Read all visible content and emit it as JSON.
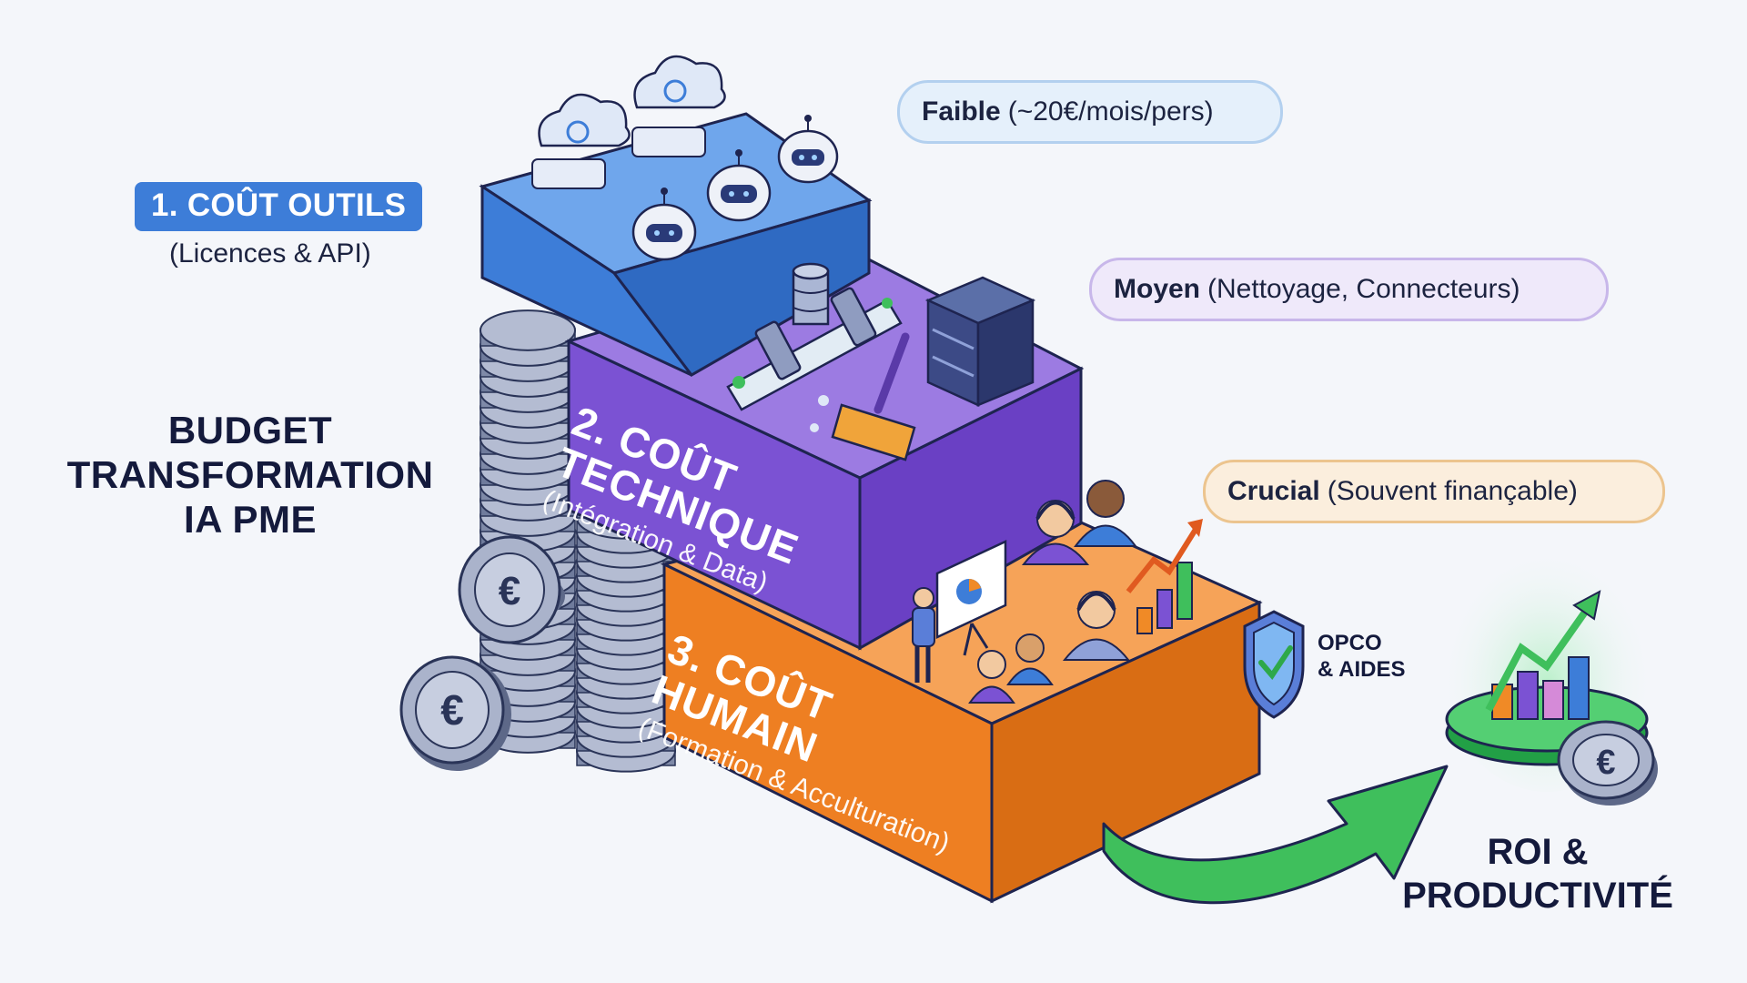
{
  "title": {
    "lines": [
      "BUDGET",
      "TRANSFORMATION",
      "IA PME"
    ]
  },
  "steps": [
    {
      "label": "1. COÛT OUTILS",
      "detail": "(Licences & API)",
      "level_strong": "Faible",
      "level_detail": "(~20€/mois/pers)",
      "color": "#3d7dd8",
      "bubble_color": "#e5f0fb"
    },
    {
      "label_lines": [
        "2. COÛT",
        "TECHNIQUE"
      ],
      "detail": "(Intégration & Data)",
      "level_strong": "Moyen",
      "level_detail": "(Nettoyage, Connecteurs)",
      "color": "#7a50d0",
      "bubble_color": "#efe9fa"
    },
    {
      "label_lines": [
        "3. COÛT",
        "HUMAIN"
      ],
      "detail": "(Formation & Acculturation)",
      "level_strong": "Crucial",
      "level_detail": "(Souvent finançable)",
      "color": "#f08a26",
      "bubble_color": "#fbeedd"
    }
  ],
  "funding": {
    "lines": [
      "OPCO",
      "& AIDES"
    ]
  },
  "outcome": {
    "lines": [
      "ROI &",
      "PRODUCTIVITÉ"
    ]
  },
  "icons": [
    "cloud-sync-icon",
    "robot-icon",
    "database-icon",
    "pipe-icon",
    "broom-icon",
    "server-rack-icon",
    "presentation-board-icon",
    "person-icon",
    "headset-person-icon",
    "growth-chart-icon",
    "shield-check-icon",
    "euro-coin-icon",
    "coin-stack-icon",
    "arrow-icon"
  ],
  "colors": {
    "arrow": "#3fbf5c",
    "coins": "#7f8aa8",
    "background": "#f4f6fa"
  }
}
